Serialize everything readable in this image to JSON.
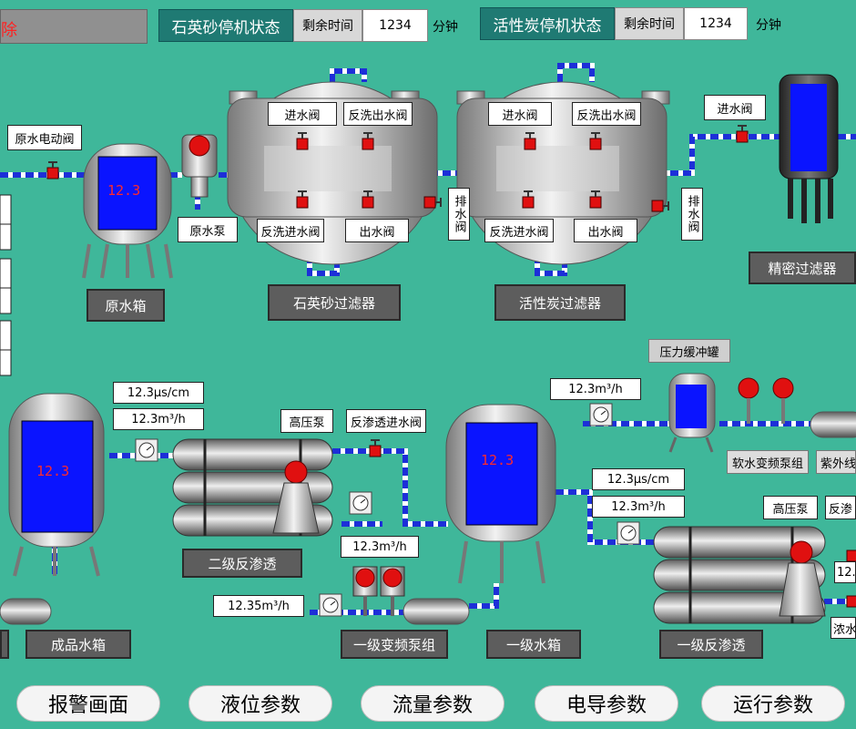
{
  "header": {
    "alarm_fragment": "除",
    "quartz_title": "石英砂停机状态",
    "quartz_remaining_label": "剩余时间",
    "quartz_remaining_value": "1234",
    "quartz_unit": "分钟",
    "carbon_title": "活性炭停机状态",
    "carbon_remaining_label": "剩余时间",
    "carbon_remaining_value": "1234",
    "carbon_unit": "分钟"
  },
  "labels": {
    "raw_electric_valve": "原水电动阀",
    "raw_pump": "原水泵",
    "raw_tank": "原水箱",
    "quartz_in_valve": "进水阀",
    "quartz_backwash_out": "反洗出水阀",
    "quartz_backwash_in": "反洗进水阀",
    "quartz_out_valve": "出水阀",
    "quartz_filter": "石英砂过滤器",
    "drain_valve_1": "排水阀",
    "carbon_in_valve": "进水阀",
    "carbon_backwash_out": "反洗出水阀",
    "carbon_backwash_in": "反洗进水阀",
    "carbon_out_valve": "出水阀",
    "carbon_filter": "活性炭过滤器",
    "drain_valve_2": "排水阀",
    "precision_in_valve": "进水阀",
    "precision_filter": "精密过滤器",
    "pressure_tank": "压力缓冲罐",
    "soft_pump_group": "软水变频泵组",
    "uv_fragment": "紫外线",
    "conductivity_1": "12.3μs/cm",
    "flow_1": "12.3m³/h",
    "hp_pump_1": "高压泵",
    "ro_in_valve_1": "反渗透进水阀",
    "stage2_ro": "二级反渗透",
    "flow_2": "12.3m³/h",
    "flow_3": "12.35m³/h",
    "stage1_pump_group": "一级变频泵组",
    "stage1_tank": "一级水箱",
    "product_tank": "成品水箱",
    "flow_top_right": "12.3m³/h",
    "conductivity_2": "12.3μs/cm",
    "flow_4": "12.3m³/h",
    "hp_pump_2": "高压泵",
    "ro_in_fragment": "反渗",
    "right_flow_fragment": "12.",
    "concentrate_fragment": "浓水",
    "stage1_ro": "一级反渗透"
  },
  "tanks": {
    "raw_level": "12.3",
    "product_level": "12.3",
    "stage1_level": "12.3"
  },
  "nav": {
    "alarm": "报警画面",
    "level": "液位参数",
    "flow": "流量参数",
    "conductivity": "电导参数",
    "operation": "运行参数"
  },
  "colors": {
    "background": "#3fb79a",
    "pipe_blue": "#1d2fd8",
    "tank_blue": "#0a14ff",
    "valve_red": "#e01010",
    "header_teal": "#1f7a73"
  }
}
